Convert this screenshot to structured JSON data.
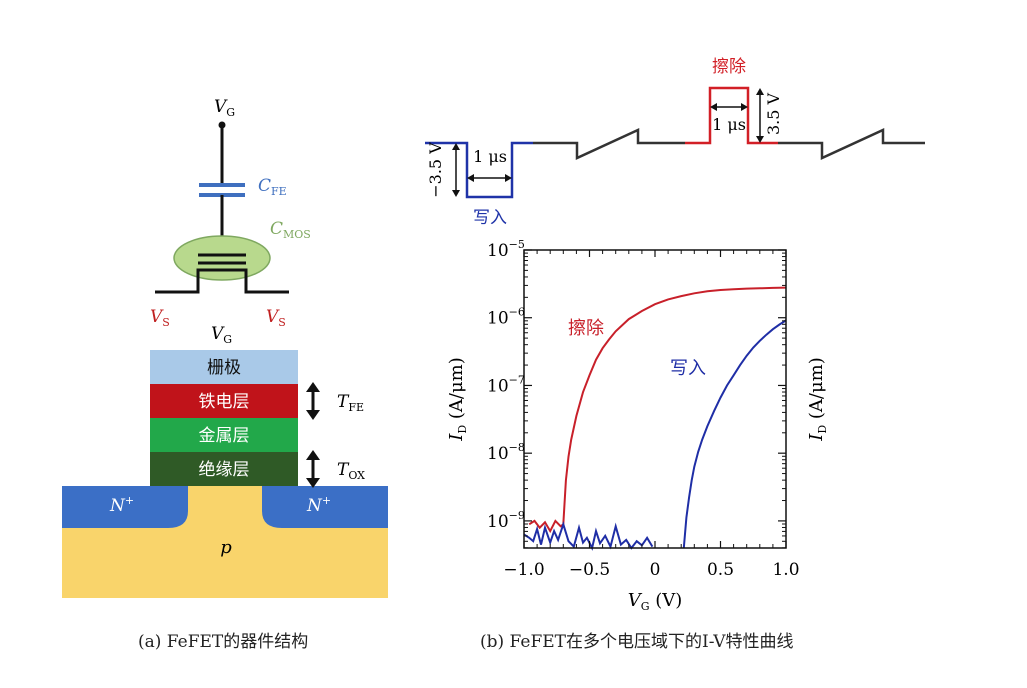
{
  "figure_a": {
    "caption": "(a) FeFET的器件结构",
    "vg_top": "V",
    "vg_top_sub": "G",
    "cfe": "C",
    "cfe_sub": "FE",
    "cmos": "C",
    "cmos_sub": "MOS",
    "vs": "V",
    "vs_sub": "S",
    "vg_stack": "V",
    "vg_stack_sub": "G",
    "layers": [
      "栅极",
      "铁电层",
      "金属层",
      "绝缘层"
    ],
    "tfe": "T",
    "tfe_sub": "FE",
    "tox": "T",
    "tox_sub": "OX",
    "n_plus": "N",
    "n_plus_sup": "+",
    "substrate": "p",
    "colors": {
      "gate": "#a9c9e8",
      "ferro": "#c0131a",
      "metal": "#22a84a",
      "insulator": "#2f5a26",
      "ndoped": "#3b6fc6",
      "substrate": "#f9d46b",
      "cfe": "#3f6fbf",
      "cmos_label": "#7fa860",
      "cmos_fill": "#b8d98d",
      "vs": "#c02020"
    }
  },
  "figure_b": {
    "caption": "(b) FeFET在多个电压域下的I-V特性曲线",
    "pulse": {
      "write_label": "写入",
      "erase_label": "擦除",
      "write_v": "−3.5 V",
      "erase_v": "3.5 V",
      "width": "1 μs",
      "colors": {
        "write": "#1f33a8",
        "erase": "#d21f26",
        "baseline": "#333333"
      }
    },
    "chart_data": {
      "type": "line",
      "xlabel": "V",
      "xlabel_sub": "G",
      "xlabel_unit": "(V)",
      "ylabel": "I",
      "ylabel_sub": "D",
      "ylabel_unit": "(A/μm)",
      "y2label": "I",
      "y2label_sub": "D",
      "y2label_unit": "(A/μm)",
      "xlim": [
        -1.0,
        1.0
      ],
      "ylim_log10": [
        -9.4,
        -5
      ],
      "xticks": [
        -1.0,
        -0.5,
        0,
        0.5,
        1.0
      ],
      "xtick_labels": [
        "−1.0",
        "−0.5",
        "0",
        "0.5",
        "1.0"
      ],
      "yticks_log10": [
        -9,
        -8,
        -7,
        -6,
        -5
      ],
      "ytick_bases": [
        "10",
        "10",
        "10",
        "10",
        "10"
      ],
      "ytick_exps": [
        "−9",
        "−8",
        "−7",
        "−6",
        "−5"
      ],
      "series": [
        {
          "name": "擦除",
          "color": "#c8202a",
          "x": [
            -0.96,
            -0.92,
            -0.88,
            -0.84,
            -0.8,
            -0.76,
            -0.72,
            -0.7,
            -0.68,
            -0.66,
            -0.64,
            -0.6,
            -0.55,
            -0.5,
            -0.45,
            -0.4,
            -0.35,
            -0.3,
            -0.2,
            -0.1,
            0,
            0.1,
            0.2,
            0.3,
            0.4,
            0.5,
            0.6,
            0.7,
            0.8,
            0.9,
            1.0
          ],
          "y_log10": [
            -9.05,
            -9.0,
            -9.1,
            -9.02,
            -9.15,
            -9.0,
            -9.08,
            -9.05,
            -8.4,
            -8.05,
            -7.8,
            -7.45,
            -7.1,
            -6.85,
            -6.62,
            -6.45,
            -6.32,
            -6.2,
            -6.02,
            -5.9,
            -5.8,
            -5.73,
            -5.68,
            -5.64,
            -5.61,
            -5.59,
            -5.58,
            -5.57,
            -5.565,
            -5.56,
            -5.555
          ]
        },
        {
          "name": "写入",
          "color": "#1f2ea6",
          "x": [
            0.22,
            0.24,
            0.26,
            0.28,
            0.3,
            0.33,
            0.36,
            0.4,
            0.45,
            0.5,
            0.55,
            0.6,
            0.65,
            0.7,
            0.75,
            0.8,
            0.85,
            0.9,
            0.95,
            1.0
          ],
          "y_log10": [
            -9.4,
            -8.95,
            -8.65,
            -8.4,
            -8.2,
            -7.98,
            -7.8,
            -7.6,
            -7.38,
            -7.18,
            -7.0,
            -6.85,
            -6.7,
            -6.56,
            -6.44,
            -6.34,
            -6.25,
            -6.17,
            -6.1,
            -6.04
          ]
        },
        {
          "name": "",
          "color": "#1f2ea6",
          "x": [
            -1.0,
            -0.96,
            -0.93,
            -0.9,
            -0.87,
            -0.84,
            -0.8,
            -0.77,
            -0.74,
            -0.7,
            -0.66,
            -0.62,
            -0.58,
            -0.55,
            -0.52,
            -0.48,
            -0.45,
            -0.42,
            -0.38,
            -0.34,
            -0.3,
            -0.26,
            -0.22,
            -0.18,
            -0.14,
            -0.1,
            -0.06,
            -0.02
          ],
          "y_log10": [
            -9.2,
            -9.25,
            -9.3,
            -9.12,
            -9.35,
            -9.1,
            -9.32,
            -9.15,
            -9.28,
            -9.05,
            -9.3,
            -9.38,
            -9.1,
            -9.32,
            -9.25,
            -9.4,
            -9.15,
            -9.33,
            -9.22,
            -9.38,
            -9.08,
            -9.35,
            -9.28,
            -9.4,
            -9.3,
            -9.36,
            -9.25,
            -9.38
          ]
        }
      ],
      "annotations": [
        {
          "text": "擦除",
          "color": "#c8202a"
        },
        {
          "text": "写入",
          "color": "#1f2ea6"
        }
      ]
    }
  }
}
